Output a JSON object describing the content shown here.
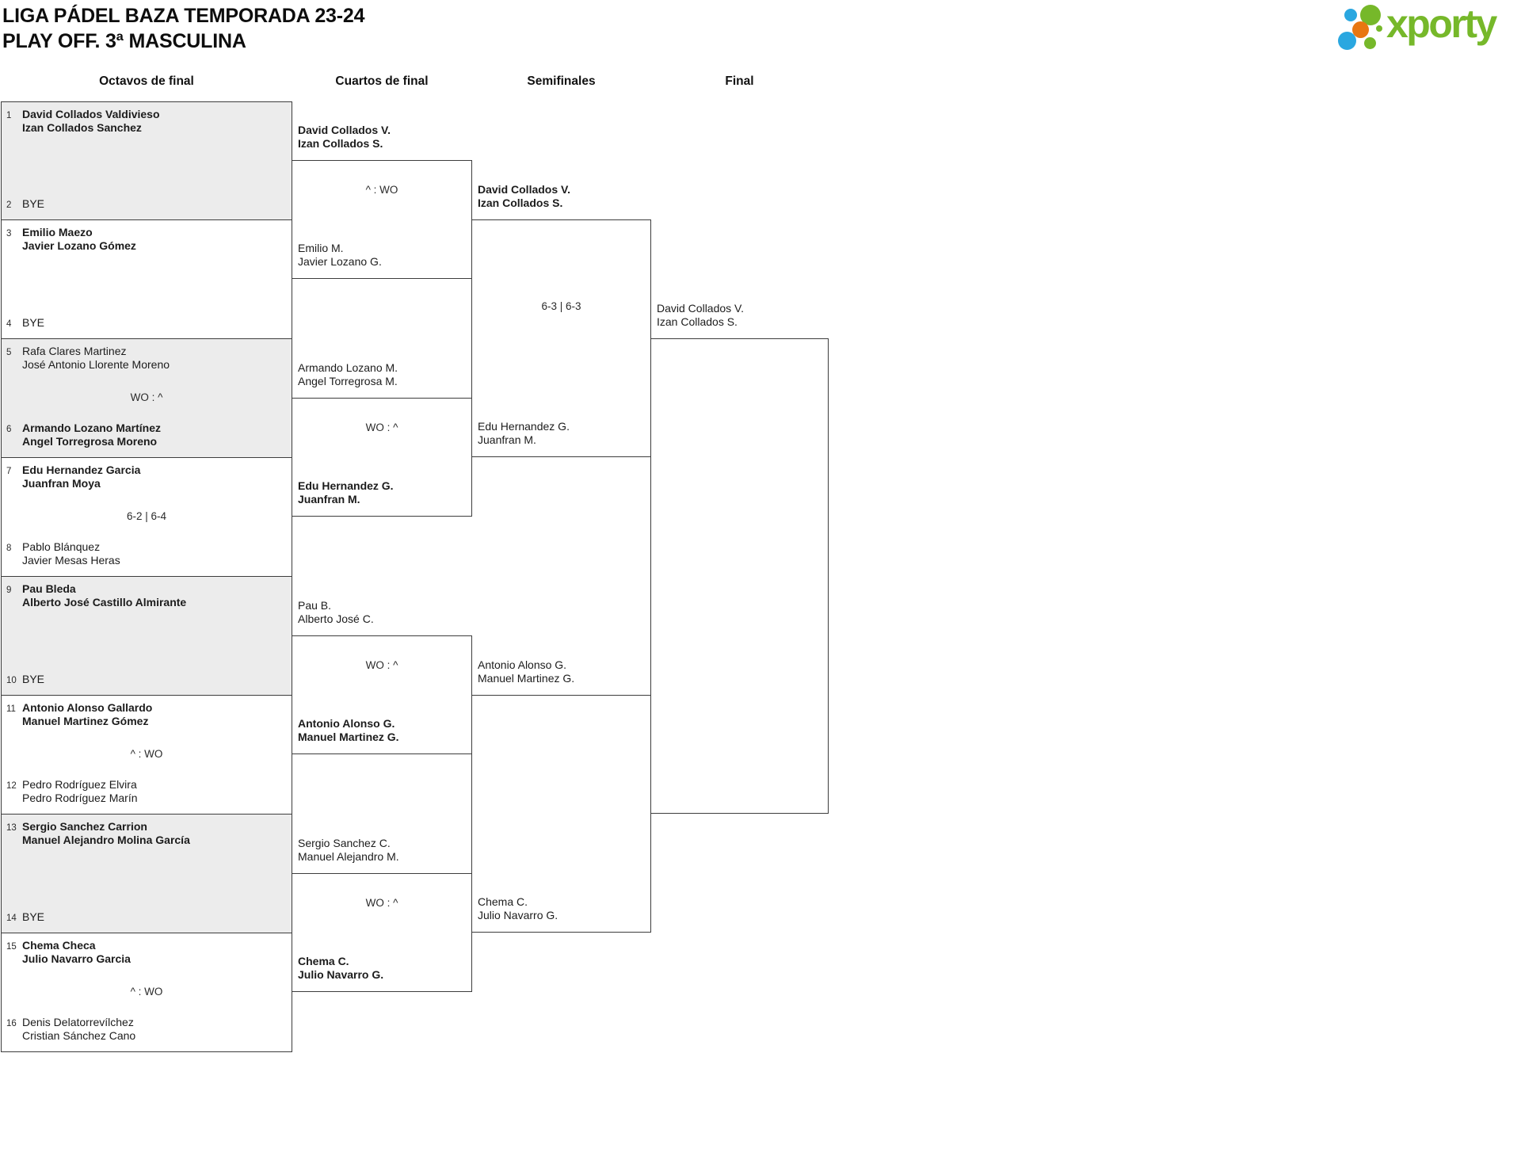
{
  "header": {
    "title_line1": "LIGA PÁDEL BAZA TEMPORADA 23-24",
    "title_line2": "PLAY OFF. 3ª MASCULINA"
  },
  "logo": {
    "text": "xporty",
    "colors": {
      "green": "#76b82a",
      "blue": "#2aa7e0",
      "orange": "#e87711"
    }
  },
  "rounds": {
    "r16_label": "Octavos de final",
    "qf_label": "Cuartos de final",
    "sf_label": "Semifinales",
    "final_label": "Final"
  },
  "bracket": {
    "r16": [
      {
        "score": "",
        "top": {
          "seed": "1",
          "name1": "David Collados Valdivieso",
          "name2": "Izan Collados Sanchez"
        },
        "bottom": {
          "seed": "2",
          "name1": "BYE"
        }
      },
      {
        "score": "",
        "top": {
          "seed": "3",
          "name1": "Emilio Maezo",
          "name2": "Javier Lozano Gómez"
        },
        "bottom": {
          "seed": "4",
          "name1": "BYE"
        }
      },
      {
        "score": "WO : ^",
        "top": {
          "seed": "5",
          "name1": "Rafa Clares Martinez",
          "name2": "José Antonio Llorente Moreno"
        },
        "bottom": {
          "seed": "6",
          "name1": "Armando Lozano Martínez",
          "name2": "Angel Torregrosa Moreno"
        }
      },
      {
        "score": "6-2 | 6-4",
        "top": {
          "seed": "7",
          "name1": "Edu Hernandez Garcia",
          "name2": "Juanfran Moya"
        },
        "bottom": {
          "seed": "8",
          "name1": "Pablo Blánquez",
          "name2": "Javier Mesas Heras"
        }
      },
      {
        "score": "",
        "top": {
          "seed": "9",
          "name1": "Pau Bleda",
          "name2": "Alberto José Castillo Almirante"
        },
        "bottom": {
          "seed": "10",
          "name1": "BYE"
        }
      },
      {
        "score": "^ : WO",
        "top": {
          "seed": "11",
          "name1": "Antonio Alonso Gallardo",
          "name2": "Manuel Martinez Gómez"
        },
        "bottom": {
          "seed": "12",
          "name1": "Pedro Rodríguez Elvira",
          "name2": "Pedro Rodríguez Marín"
        }
      },
      {
        "score": "",
        "top": {
          "seed": "13",
          "name1": "Sergio Sanchez Carrion",
          "name2": "Manuel Alejandro Molina García"
        },
        "bottom": {
          "seed": "14",
          "name1": "BYE"
        }
      },
      {
        "score": "^ : WO",
        "top": {
          "seed": "15",
          "name1": "Chema Checa",
          "name2": "Julio Navarro Garcia"
        },
        "bottom": {
          "seed": "16",
          "name1": "Denis Delatorrevílchez",
          "name2": "Cristian Sánchez Cano"
        }
      }
    ],
    "qf": [
      {
        "score": "^ : WO",
        "top": {
          "name1": "David Collados V.",
          "name2": "Izan Collados S."
        },
        "bottom": {
          "name1": "Emilio M.",
          "name2": "Javier Lozano G."
        }
      },
      {
        "score": "WO : ^",
        "top": {
          "name1": "Armando Lozano M.",
          "name2": "Angel Torregrosa M."
        },
        "bottom": {
          "name1": "Edu Hernandez G.",
          "name2": "Juanfran M."
        }
      },
      {
        "score": "WO : ^",
        "top": {
          "name1": "Pau B.",
          "name2": "Alberto José C."
        },
        "bottom": {
          "name1": "Antonio Alonso G.",
          "name2": "Manuel Martinez G."
        }
      },
      {
        "score": "WO : ^",
        "top": {
          "name1": "Sergio Sanchez C.",
          "name2": "Manuel Alejandro M."
        },
        "bottom": {
          "name1": "Chema C.",
          "name2": "Julio Navarro G."
        }
      }
    ],
    "sf": [
      {
        "score": "6-3 | 6-3",
        "top": {
          "name1": "David Collados V.",
          "name2": "Izan Collados S."
        },
        "bottom": {
          "name1": "Edu Hernandez G.",
          "name2": "Juanfran M."
        }
      },
      {
        "score": "",
        "top": {
          "name1": "Antonio Alonso G.",
          "name2": "Manuel Martinez G."
        },
        "bottom": {
          "name1": "Chema C.",
          "name2": "Julio Navarro G."
        }
      }
    ],
    "final": {
      "top": {
        "name1": "David Collados V.",
        "name2": "Izan Collados S."
      }
    }
  }
}
